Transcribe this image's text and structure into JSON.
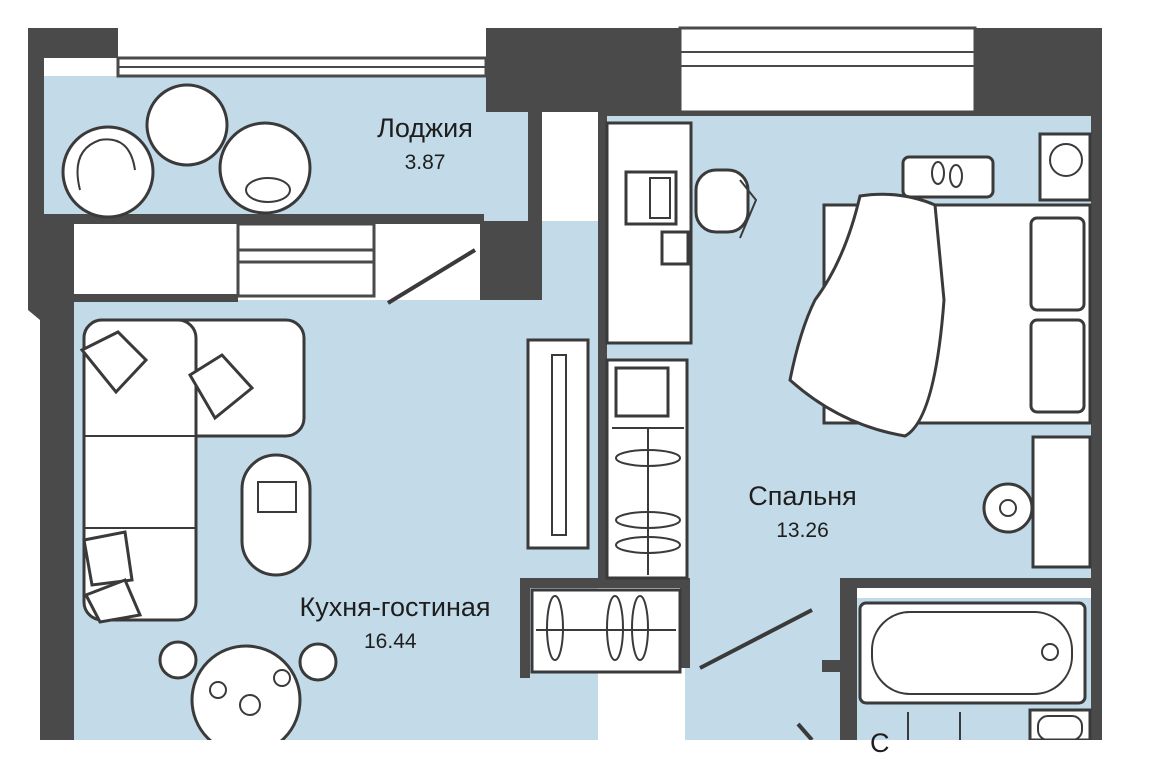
{
  "plan": {
    "colors": {
      "floor": "#c3dbe8",
      "wall": "#4a4a4a",
      "furniture_fill": "#ffffff",
      "furniture_stroke": "#3a3a3a",
      "background": "#ffffff"
    },
    "rooms": [
      {
        "id": "loggia",
        "name": "Лоджия",
        "area": "3.87"
      },
      {
        "id": "bedroom",
        "name": "Спальня",
        "area": "13.26"
      },
      {
        "id": "kitchen-living",
        "name": "Кухня-гостиная",
        "area": "16.44"
      },
      {
        "id": "bathroom",
        "name": "С",
        "area": ""
      }
    ],
    "icons": [
      "armchair-icon",
      "round-table-icon",
      "desk-icon",
      "laptop-icon",
      "office-chair-icon",
      "double-bed-icon",
      "pillow-icon",
      "slippers-icon",
      "washing-machine-icon",
      "sofa-icon",
      "ottoman-icon",
      "tv-stand-icon",
      "wardrobe-icon",
      "dining-table-icon",
      "bathtub-icon",
      "sink-icon",
      "dresser-icon",
      "flower-icon",
      "door-icon",
      "window-icon"
    ]
  }
}
